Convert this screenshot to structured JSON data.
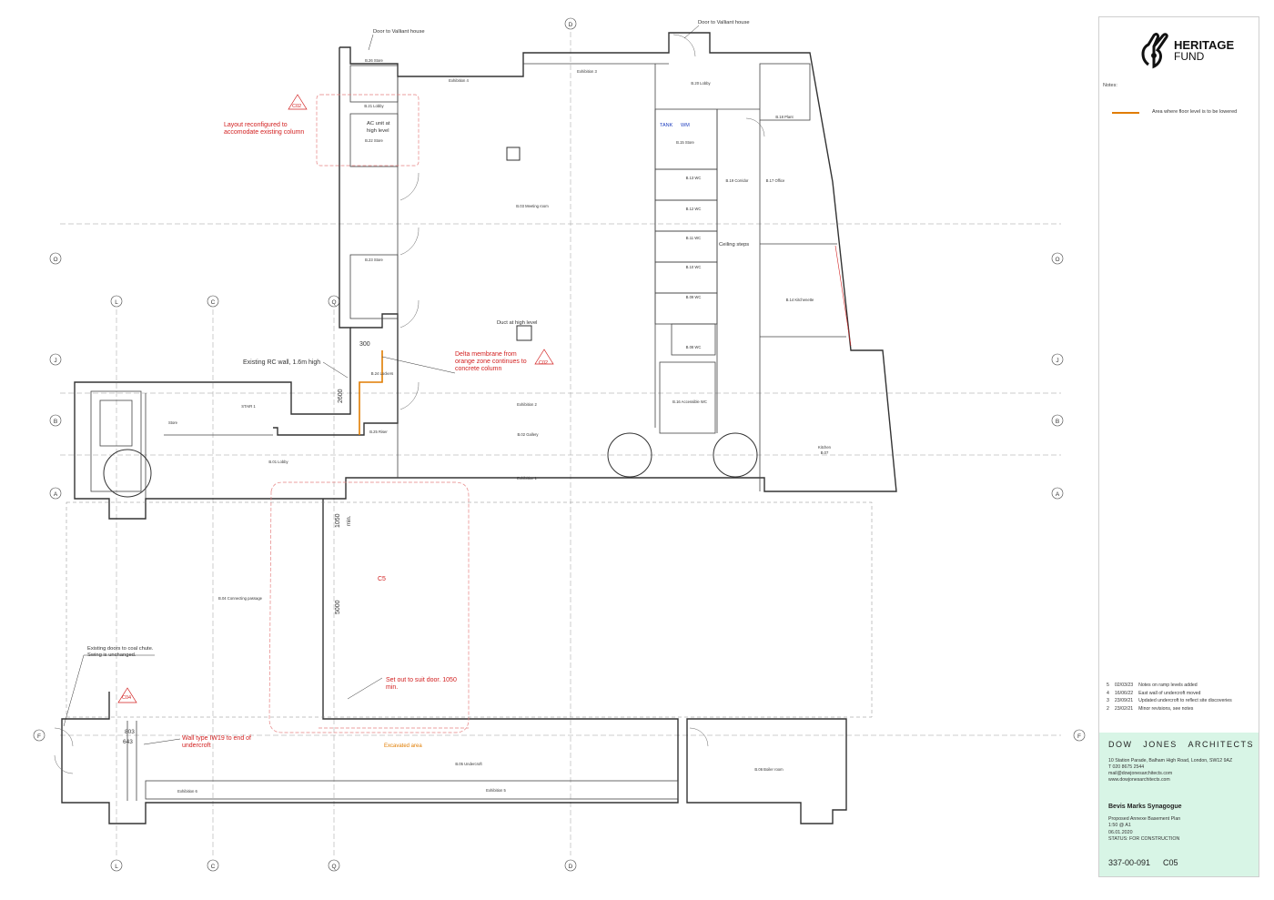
{
  "logo": {
    "line1": "HERITAGE",
    "line2": "FUND"
  },
  "notes_label": "Notes:",
  "legend": {
    "text": "Area where floor level is to be lowered",
    "color": "#e07c00"
  },
  "revisions": [
    {
      "rev": "5",
      "date": "02/03/23",
      "desc": "Notes on ramp levels added"
    },
    {
      "rev": "4",
      "date": "16/06/22",
      "desc": "East wall of undercroft moved"
    },
    {
      "rev": "3",
      "date": "23/09/21",
      "desc": "Updated undercroft to reflect site discoveries"
    },
    {
      "rev": "2",
      "date": "23/02/21",
      "desc": "Minor revisions, see notes"
    }
  ],
  "title_block": {
    "firm": [
      "DOW",
      "JONES",
      "ARCHITECTS"
    ],
    "address": [
      "10 Station Parade, Balham High Road, London, SW12 9AZ",
      "T 020 8675 2544",
      "mail@dowjonesarchitects.com",
      "www.dowjonesarchitects.com"
    ],
    "project": "Bevis Marks Synagogue",
    "details": [
      "Proposed Annexe Basement Plan",
      "1:50 @ A1",
      "06.01.2020",
      "STATUS:    FOR CONSTRUCTION"
    ],
    "drawing_no": "337-00-091",
    "revision": "C05"
  },
  "grid": {
    "top": [
      "D"
    ],
    "bottom": [
      "L",
      "C",
      "Q",
      "D"
    ],
    "left": [
      "O",
      "L",
      "C",
      "Q",
      "J",
      "B",
      "A",
      "F"
    ],
    "right": [
      "O",
      "J",
      "B",
      "A",
      "F"
    ]
  },
  "annotations": {
    "door_valliant_1": "Door to Valliant house",
    "door_valliant_2": "Door to Valliant house",
    "layout_note": [
      "Layout reconfigured to",
      "accomodate existing column"
    ],
    "ac_unit": [
      "AC unit at",
      "high level"
    ],
    "ceiling_steps": "Ceiling steps",
    "duct": "Duct at high level",
    "rc_wall": "Existing RC wall, 1.6m high",
    "delta": [
      "Delta membrane from",
      "orange zone continues to",
      "concrete column"
    ],
    "c02_a": "C02",
    "c02_b": "C02",
    "dim_300": "300",
    "dim_2600": "2600",
    "dim_1050": "1050",
    "dim_min": "min.",
    "dim_5000": "5000",
    "c5": "C5",
    "setout": [
      "Set out to suit door. 1050",
      "min."
    ],
    "coal_chute": [
      "Existing doors to coal chute.",
      "Swing is unchanged."
    ],
    "c04": "C04",
    "dim_803": "803",
    "dim_643": "643",
    "wall_type": [
      "Wall type IW19 to end of",
      "undercroft"
    ],
    "excavated": "Excavated area",
    "tank": "TANK",
    "wm": "WM"
  },
  "rooms": {
    "b26": "B.26 Store",
    "exh4": "Exhibition 4",
    "exh3": "Exhibition 3",
    "b20": "B.20 Lobby",
    "b21": "B.21 Lobby",
    "b22": "B.22 Store",
    "b18": "B.18 Plant",
    "b15": "B.15 Store",
    "b13": "B.13 WC",
    "b19": "B.19 Corridor",
    "b17": "B.17 Office",
    "b03": "B.03 Meeting room",
    "b12": "B.12 WC",
    "b11": "B.11 WC",
    "b23": "B.23 Store",
    "b10": "B.10 WC",
    "b14": "B.14 Kitchenette",
    "b09": "B.09 WC",
    "b08": "B.08 WC",
    "b24": "B.24 Lockers",
    "b16": "B.16 Accessible WC",
    "stair": "STAIR 1",
    "store": "Store",
    "exh2": "Exhibition 2",
    "b25": "B.25 Riser",
    "b02": "B.02 Gallery",
    "kitchen": "Kitchen",
    "b07": "B.07",
    "b01": "B.01 Lobby",
    "exh1": "Exhibition 1",
    "b04": "B.04 Connecting passage",
    "b05": "B.05 Undercroft",
    "b06": "B.06 Boiler room",
    "exh6": "Exhibition 6",
    "exh5": "Exhibition 5"
  }
}
